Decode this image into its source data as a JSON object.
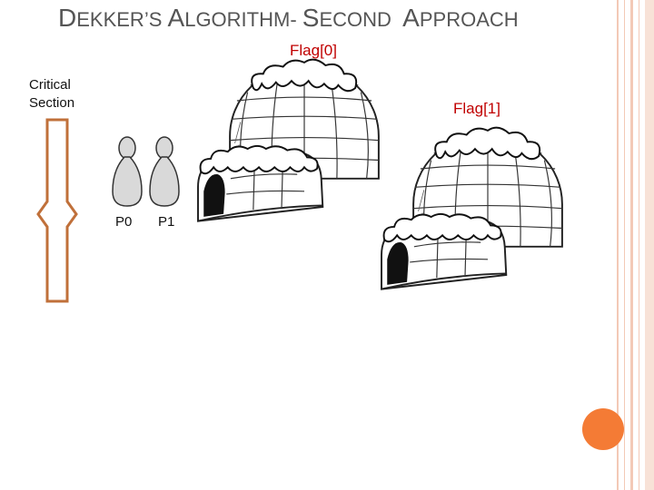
{
  "title": {
    "parts": [
      {
        "text": "D",
        "big": true
      },
      {
        "text": "EKKER",
        "big": false
      },
      {
        "text": "’",
        "big": false
      },
      {
        "text": "S ",
        "big": false
      },
      {
        "text": "A",
        "big": true
      },
      {
        "text": "LGORITHM",
        "big": false
      },
      {
        "text": "- ",
        "big": false
      },
      {
        "text": "S",
        "big": true
      },
      {
        "text": "ECOND  ",
        "big": false
      },
      {
        "text": "A",
        "big": true
      },
      {
        "text": "PPROACH",
        "big": false
      }
    ]
  },
  "labels": {
    "flag0": "Flag[0]",
    "flag1": "Flag[1]",
    "critical_line1": "Critical",
    "critical_line2": "Section",
    "p0": "P0",
    "p1": "P1"
  },
  "colors": {
    "title": "#555555",
    "flag_text": "#c00000",
    "critical_arrow": "#c0703a",
    "border_accent": "#f3c9b6",
    "dot": "#f47b35"
  },
  "icons": [
    "igloo-icon",
    "person-icon",
    "double-arrow-icon"
  ]
}
